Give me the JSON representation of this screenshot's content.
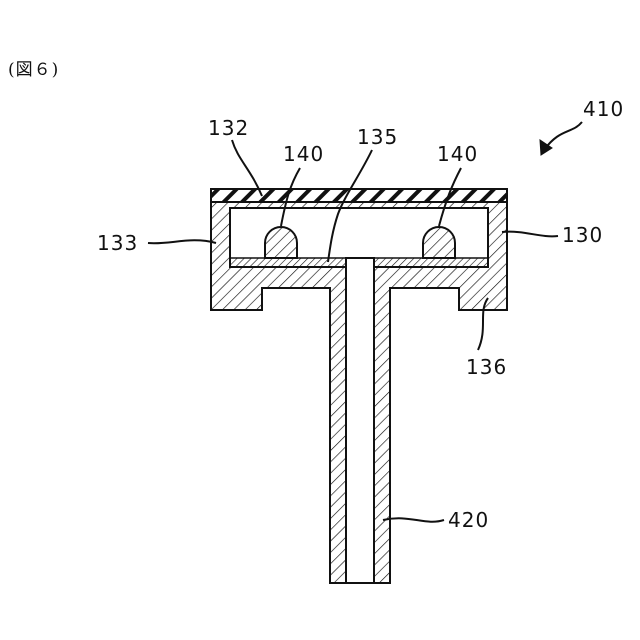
{
  "figure": {
    "caption": "(図６)"
  },
  "labels": {
    "assembly": "410",
    "cover": "132",
    "center_member": "135",
    "element_left": "140",
    "element_right": "140",
    "left_wall": "133",
    "right_wall": "130",
    "flange": "136",
    "shaft": "420"
  }
}
